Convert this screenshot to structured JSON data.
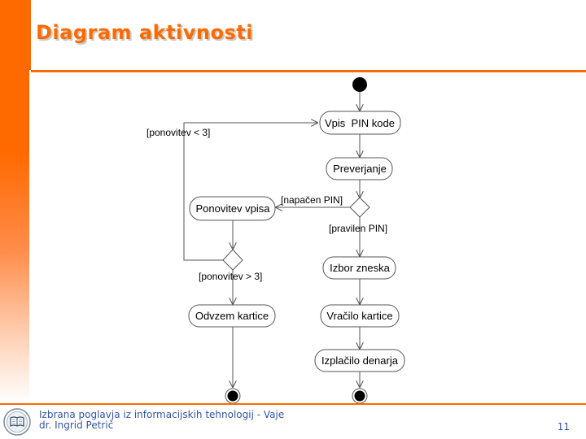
{
  "slide": {
    "title": "Diagram aktivnosti",
    "footer_line1": "Izbrana poglavja iz informacijskih tehnologij - Vaje",
    "footer_line2": "dr. Ingrid Petrič",
    "page_number": "11",
    "logo_icon": "book-logo-icon",
    "accent_color": "#ff6a00",
    "footer_text_color": "#3355aa"
  },
  "diagram": {
    "actions": {
      "vpis_pin": "Vpis  PIN kode",
      "preverjanje": "Preverjanje",
      "ponovitev_vpisa": "Ponovitev vpisa",
      "izbor_zneska": "Izbor zneska",
      "odvzem_kartice": "Odvzem kartice",
      "vracilo_kartice": "Vračilo kartice",
      "izplacilo_denarja": "Izplačilo denarja"
    },
    "guards": {
      "ponovitev_lt3": "[ponovitev < 3]",
      "napacen_pin": "[napačen PIN]",
      "pravilen_pin": "[pravilen PIN]",
      "ponovitev_gt3": "[ponovitev > 3]"
    }
  }
}
